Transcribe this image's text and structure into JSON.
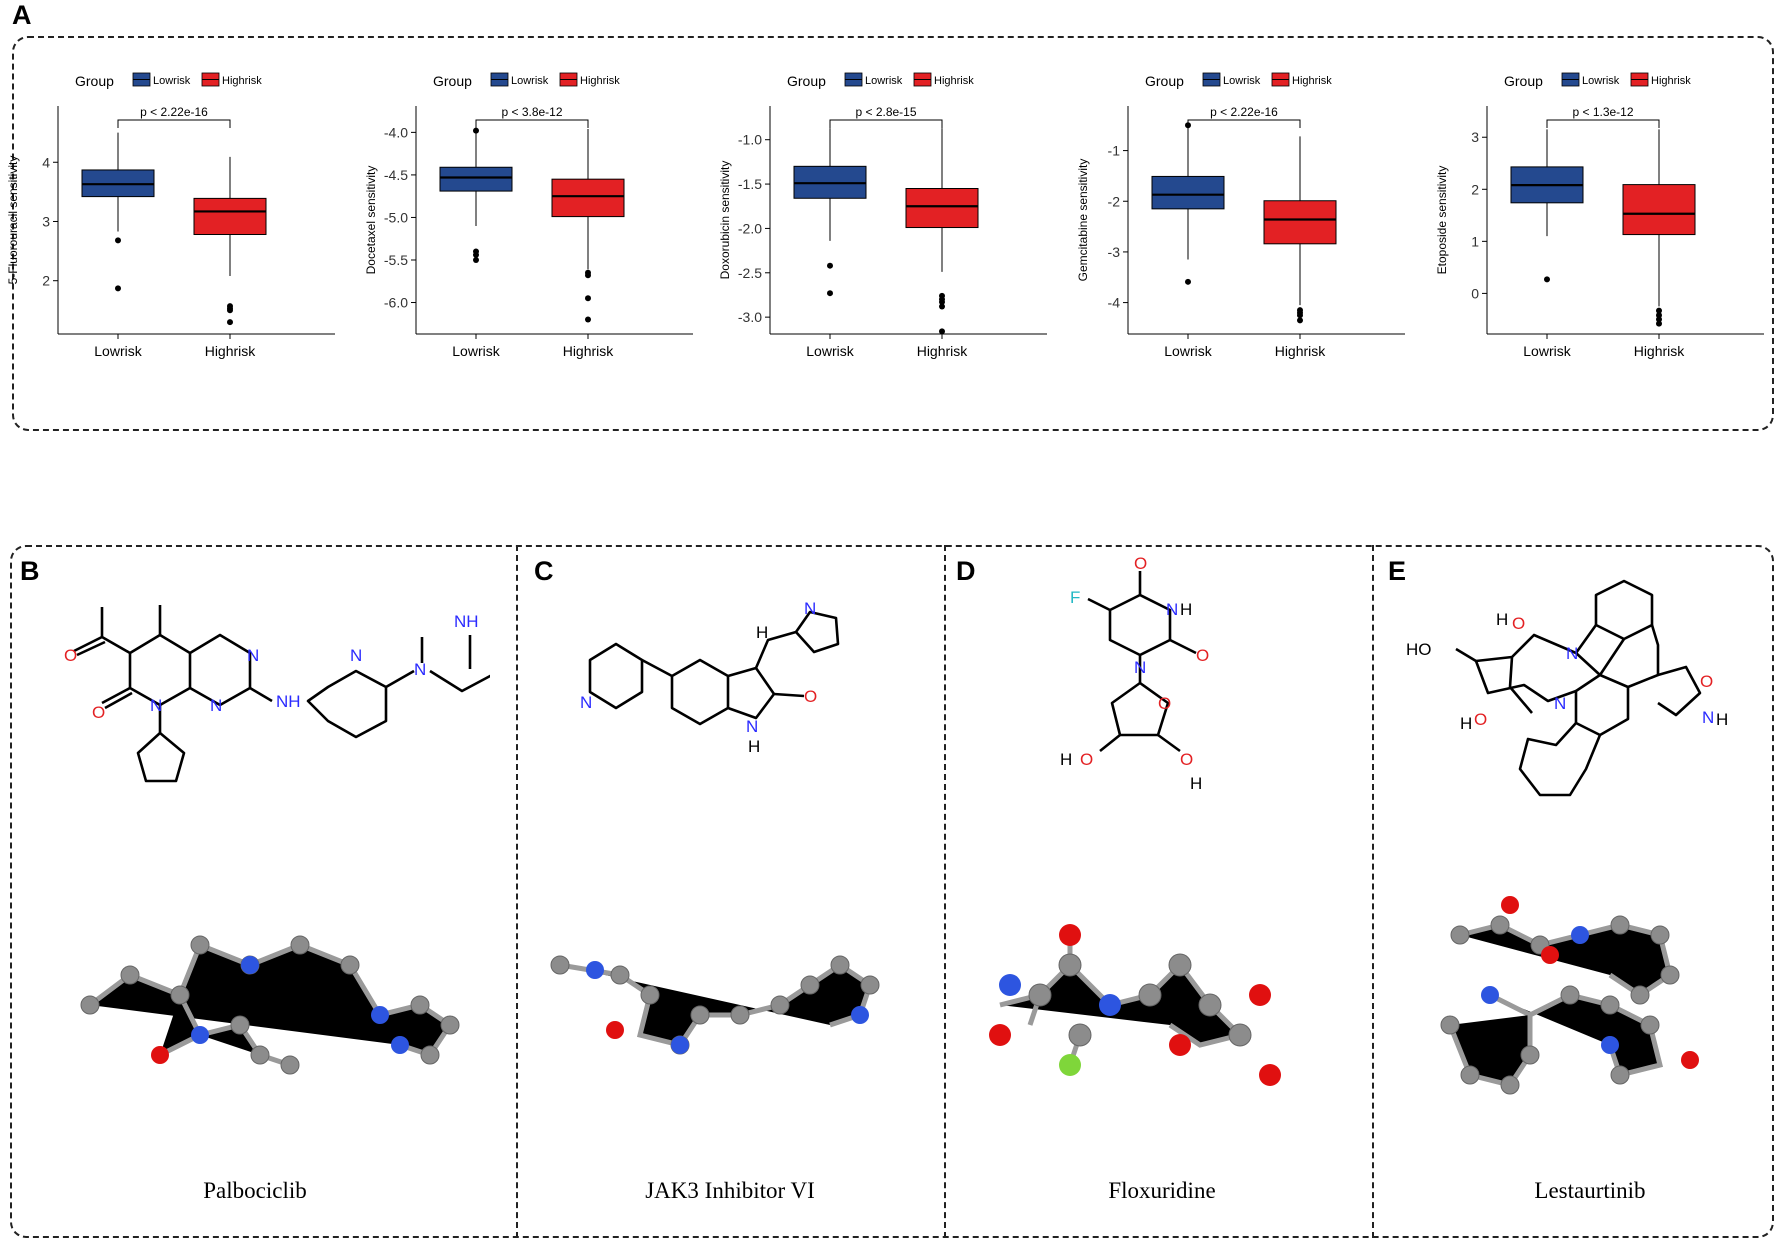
{
  "panels": {
    "a": "A",
    "b": "B",
    "c": "C",
    "d": "D",
    "e": "E"
  },
  "legend": {
    "title": "Group",
    "low": "Lowrisk",
    "high": "Highrisk"
  },
  "colors": {
    "low": "#24498f",
    "high": "#e32124"
  },
  "chart_data": [
    {
      "type": "box",
      "ylabel": "5-Fluorouracil sensitivity",
      "categories": [
        "Lowrisk",
        "Highrisk"
      ],
      "ylim": [
        1.1,
        4.95
      ],
      "yticks": [
        2,
        3,
        4
      ],
      "ytick_labels": [
        "2",
        "3",
        "4"
      ],
      "pvalue": "p < 2.22e-16",
      "series": [
        {
          "name": "Lowrisk",
          "q1": 3.42,
          "median": 3.63,
          "q3": 3.87,
          "whisker_low": 2.83,
          "whisker_high": 4.5,
          "outliers": [
            2.68,
            1.87
          ]
        },
        {
          "name": "Highrisk",
          "q1": 2.78,
          "median": 3.17,
          "q3": 3.39,
          "whisker_low": 2.08,
          "whisker_high": 4.09,
          "outliers": [
            1.57,
            1.53,
            1.5,
            1.3
          ]
        }
      ]
    },
    {
      "type": "box",
      "ylabel": "Docetaxel sensitivity",
      "categories": [
        "Lowrisk",
        "Highrisk"
      ],
      "ylim": [
        -6.37,
        -3.69
      ],
      "yticks": [
        -6,
        -5.5,
        -5,
        -4.5,
        -4
      ],
      "ytick_labels": [
        "-6.0",
        "-5.5",
        "-5.0",
        "-4.5",
        "-4.0"
      ],
      "pvalue": "p < 3.8e-12",
      "series": [
        {
          "name": "Lowrisk",
          "q1": -4.69,
          "median": -4.53,
          "q3": -4.41,
          "whisker_low": -5.1,
          "whisker_high": -3.96,
          "outliers": [
            -3.98,
            -5.4,
            -5.44,
            -5.5
          ]
        },
        {
          "name": "Highrisk",
          "q1": -4.99,
          "median": -4.75,
          "q3": -4.55,
          "whisker_low": -5.61,
          "whisker_high": -3.96,
          "outliers": [
            -5.65,
            -5.68,
            -5.95,
            -6.2
          ]
        }
      ]
    },
    {
      "type": "box",
      "ylabel": "Doxorubicin sensitivity",
      "categories": [
        "Lowrisk",
        "Highrisk"
      ],
      "ylim": [
        -3.19,
        -0.62
      ],
      "yticks": [
        -3,
        -2.5,
        -2,
        -1.5,
        -1
      ],
      "ytick_labels": [
        "-3.0",
        "-2.5",
        "-2.0",
        "-1.5",
        "-1.0"
      ],
      "pvalue": "p < 2.8e-15",
      "series": [
        {
          "name": "Lowrisk",
          "q1": -1.66,
          "median": -1.49,
          "q3": -1.3,
          "whisker_low": -2.14,
          "whisker_high": -0.87,
          "outliers": [
            -2.42,
            -2.73
          ]
        },
        {
          "name": "Highrisk",
          "q1": -1.99,
          "median": -1.75,
          "q3": -1.55,
          "whisker_low": -2.49,
          "whisker_high": -0.87,
          "outliers": [
            -2.76,
            -2.8,
            -2.83,
            -2.88,
            -3.16
          ]
        }
      ]
    },
    {
      "type": "box",
      "ylabel": "Gemcitabine sensitivity",
      "categories": [
        "Lowrisk",
        "Highrisk"
      ],
      "ylim": [
        -4.62,
        -0.12
      ],
      "yticks": [
        -4,
        -3,
        -2,
        -1
      ],
      "ytick_labels": [
        "-4",
        "-3",
        "-2",
        "-1"
      ],
      "pvalue": "p < 2.22e-16",
      "series": [
        {
          "name": "Lowrisk",
          "q1": -2.15,
          "median": -1.87,
          "q3": -1.51,
          "whisker_low": -3.15,
          "whisker_high": -0.5,
          "outliers": [
            -0.5,
            -3.59
          ]
        },
        {
          "name": "Highrisk",
          "q1": -2.84,
          "median": -2.36,
          "q3": -1.99,
          "whisker_low": -4.05,
          "whisker_high": -0.72,
          "outliers": [
            -4.15,
            -4.2,
            -4.25,
            -4.35
          ]
        }
      ]
    },
    {
      "type": "box",
      "ylabel": "Etoposide sensitivity",
      "categories": [
        "Lowrisk",
        "Highrisk"
      ],
      "ylim": [
        -0.78,
        3.6
      ],
      "yticks": [
        0,
        1,
        2,
        3
      ],
      "ytick_labels": [
        "0",
        "1",
        "2",
        "3"
      ],
      "pvalue": "p < 1.3e-12",
      "series": [
        {
          "name": "Lowrisk",
          "q1": 1.74,
          "median": 2.08,
          "q3": 2.43,
          "whisker_low": 1.1,
          "whisker_high": 3.15,
          "outliers": [
            0.27
          ]
        },
        {
          "name": "Highrisk",
          "q1": 1.13,
          "median": 1.53,
          "q3": 2.09,
          "whisker_low": -0.25,
          "whisker_high": 3.15,
          "outliers": [
            -0.33,
            -0.42,
            -0.5,
            -0.58
          ]
        }
      ]
    }
  ],
  "molecules": [
    {
      "name": "Palbociclib"
    },
    {
      "name": "JAK3 Inhibitor VI"
    },
    {
      "name": "Floxuridine"
    },
    {
      "name": "Lestaurtinib"
    }
  ],
  "atoms": {
    "o": "O",
    "n": "N",
    "h": "H",
    "f": "F",
    "nh": "NH",
    "ho": "HO",
    "oh": "OH"
  }
}
